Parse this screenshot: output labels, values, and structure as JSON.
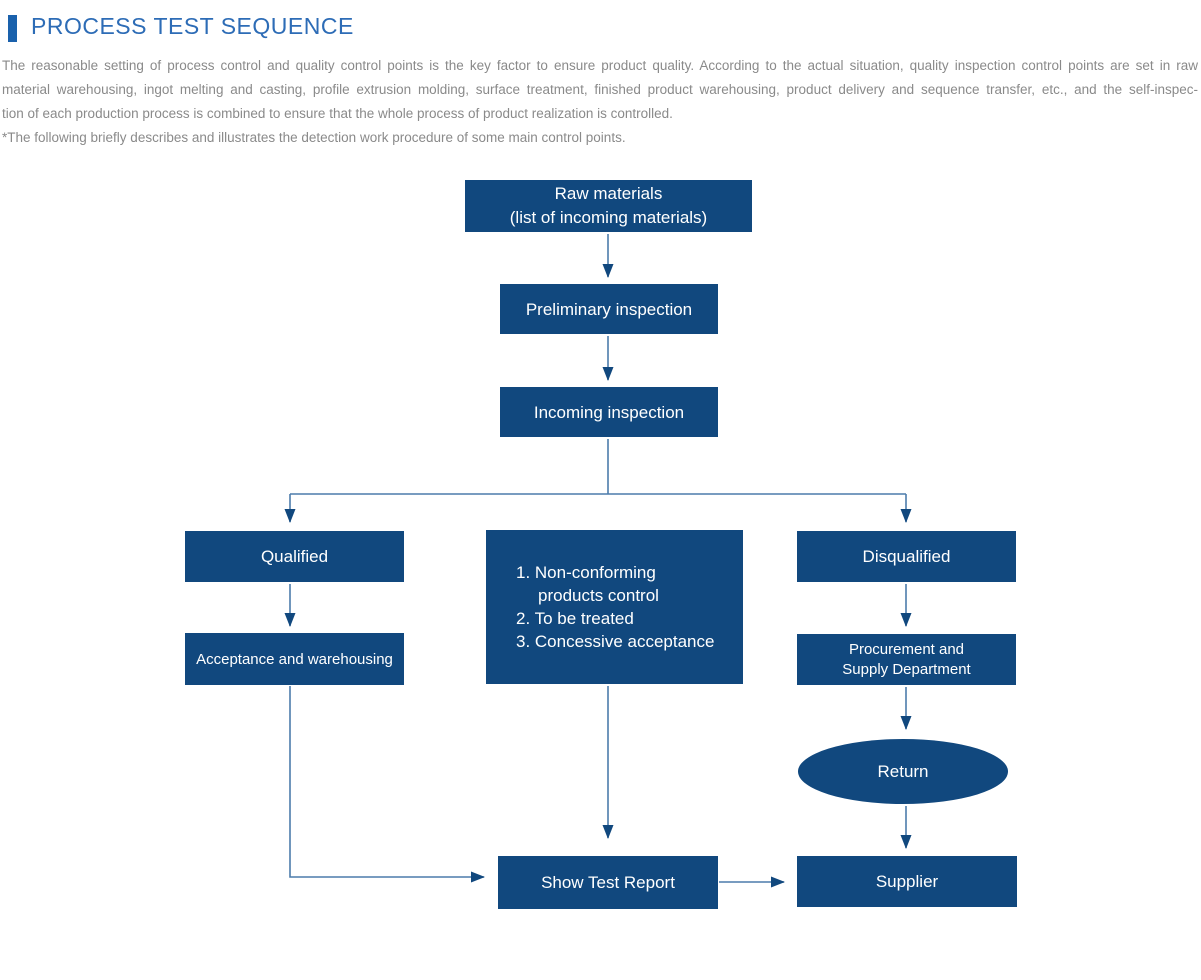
{
  "palette": {
    "box-fill": "#11487e",
    "arrow-line": "#4c7cab",
    "arrow-head": "#11487e",
    "title-color": "#2d6cb6",
    "accent-bar": "#1a61ac",
    "intro-color": "#8a8a8a"
  },
  "header": {
    "title": "PROCESS TEST SEQUENCE"
  },
  "intro": {
    "lines": [
      "The reasonable setting of process control and quality control points is the key factor to ensure product quality. According to the actual situation, quality inspection control points are set in raw",
      "material warehousing, ingot melting and casting, profile extrusion molding, surface treatment, finished product warehousing, product delivery and sequence transfer, etc., and the self-inspec-",
      "tion of each production process is combined to ensure that the whole process of product realization is controlled.",
      "*The following briefly describes and illustrates the detection work procedure of some main control points."
    ]
  },
  "flow": {
    "raw_materials": {
      "line1": "Raw materials",
      "line2": "(list of incoming materials)"
    },
    "preliminary_inspection": {
      "label": "Preliminary inspection"
    },
    "incoming_inspection": {
      "label": "Incoming inspection"
    },
    "qualified": {
      "label": "Qualified"
    },
    "acceptance": {
      "label": "Acceptance and warehousing"
    },
    "nonconforming": {
      "lines": [
        "1. Non-conforming",
        "products control",
        "2. To be treated",
        "3. Concessive acceptance"
      ]
    },
    "disqualified": {
      "label": "Disqualified"
    },
    "procurement": {
      "line1": "Procurement and",
      "line2": "Supply Department"
    },
    "return": {
      "label": "Return"
    },
    "show_test_report": {
      "label": "Show Test Report"
    },
    "supplier": {
      "label": "Supplier"
    }
  }
}
